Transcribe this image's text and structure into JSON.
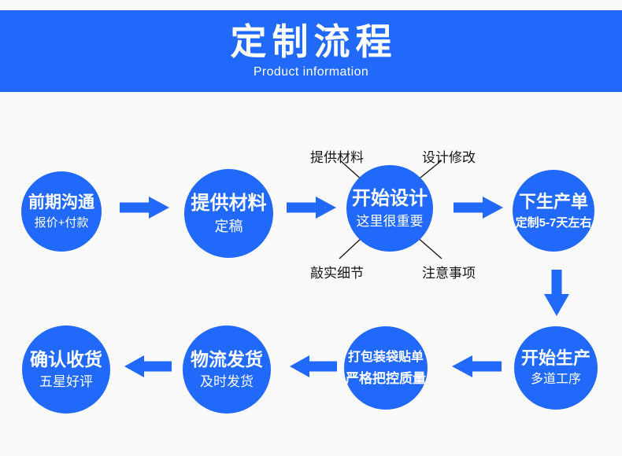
{
  "theme": {
    "primary_blue": "#2169fa",
    "page_background": "#fafafa",
    "annotation_text_color": "#151515",
    "node_text_color": "#ffffff"
  },
  "banner": {
    "title": "定制流程",
    "subtitle": "Product information"
  },
  "nodes": [
    {
      "title": "前期沟通",
      "subtitle": "报价+付款"
    },
    {
      "title": "提供材料",
      "subtitle": "定稿"
    },
    {
      "title": "开始设计",
      "subtitle": "这里很重要"
    },
    {
      "title": "下生产单",
      "subtitle": "定制5-7天左右"
    },
    {
      "title": "开始生产",
      "subtitle": "多道工序"
    },
    {
      "title": "打包装袋贴单",
      "subtitle": "严格把控质量"
    },
    {
      "title": "物流发货",
      "subtitle": "及时发货"
    },
    {
      "title": "确认收货",
      "subtitle": "五星好评"
    }
  ],
  "annotations": {
    "top_left": "提供材料",
    "top_right": "设计修改",
    "bottom_left": "敲实细节",
    "bottom_right": "注意事项"
  }
}
